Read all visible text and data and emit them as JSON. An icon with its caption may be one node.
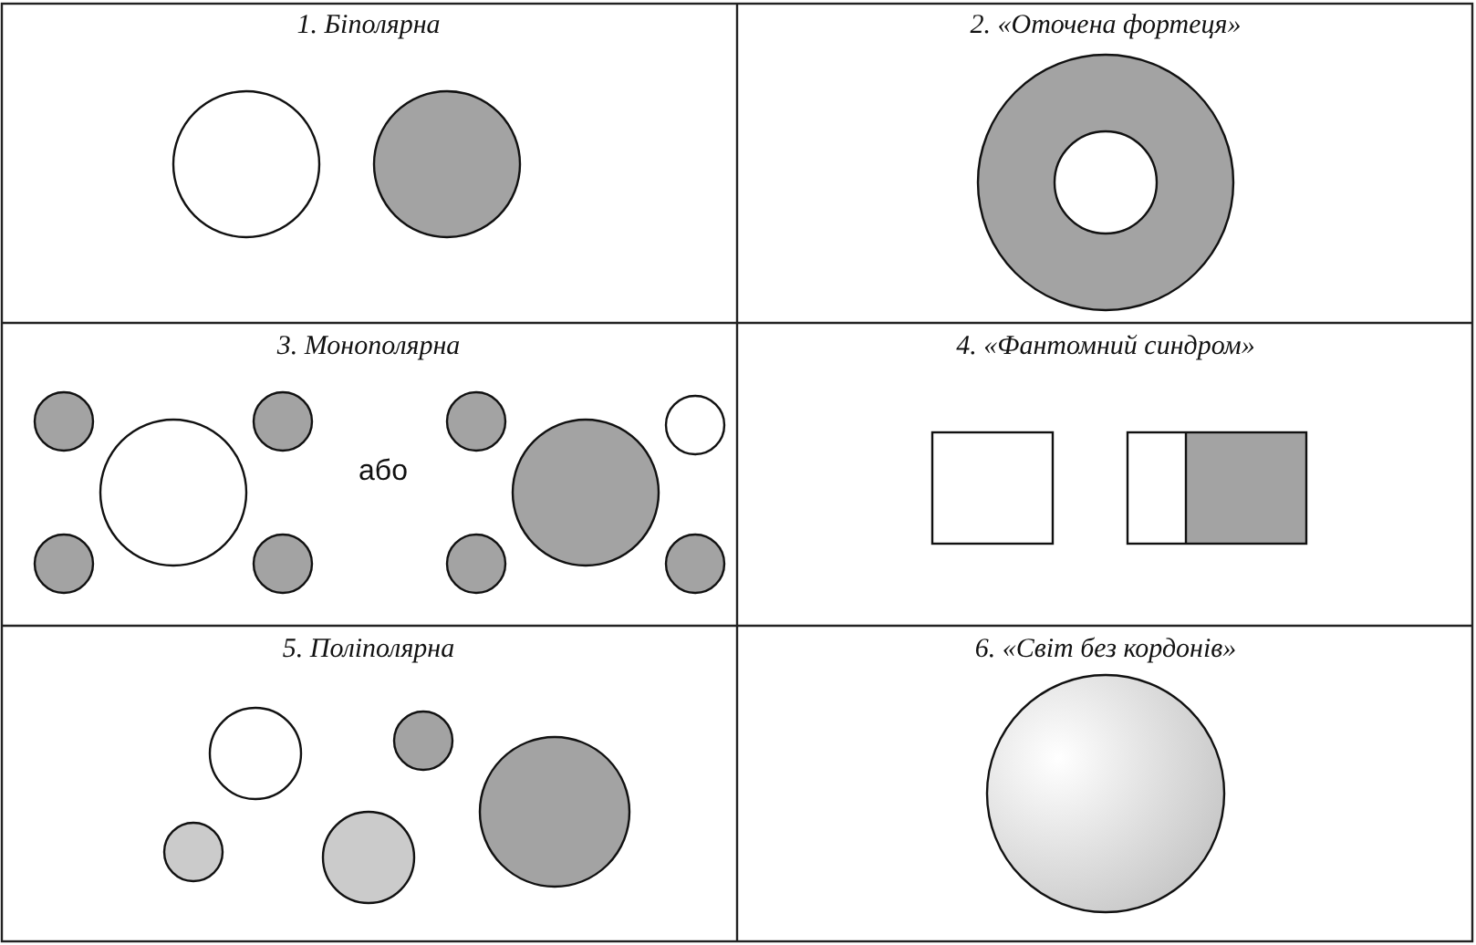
{
  "diagram": {
    "labels": [
      "1. Біполярна",
      "2. «Оточена фортеця»",
      "3. Монополярна",
      "або",
      "4. «Фантомний синдром»",
      "5. Поліполярна",
      "6. «Світ без кордонів»"
    ]
  }
}
